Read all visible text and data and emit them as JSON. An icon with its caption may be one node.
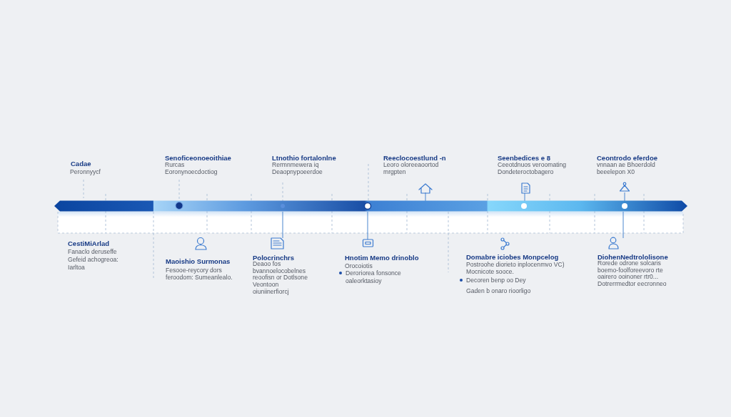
{
  "diagram": {
    "labels": [
      "Cadae",
      "Peronnyycf",
      "Senoficeonoeoithiae",
      "Rurcas Eoronynoecdoctiog",
      "Ltnothio fortalonlne",
      "Rermnmewera iq Deaopnypoeerdoe",
      "Reeclocoestlund -n",
      "Leoro oloreeaoortod mrgpten",
      "Seenbedices e 8",
      "Ceeotdnuos veroomating Dondeteroctobagero",
      "Ceontrodo eferdoe",
      "vnnaan ae Bhoerdold beeelepon X0",
      "CestiMiArlad",
      "Fanaclo deruseffe Gefeid achogreoa: Iarltoa",
      "Maoishio Surmonas",
      "Fesooe-reycory dors feroodom: Sumeanlealo.",
      "Polocrinchrs",
      "Deaoo fos bvannoelocobelnes reoofisn or Dotlsone Veontoon oiuniinerfiorcj",
      "Hnotim Memo drinoblo",
      "Orocoiotis",
      "Deroriorea fonsonce oaleorktasioy",
      "Domabre iciobes Monpcelog",
      "Postroohe diorieto inplocenmvo VC) Mocnicote sooce.",
      "Decoren benp oo Dey",
      "Gaden b onaro rioorligo",
      "DiohenNedtrololisone",
      "Rorede odrone solcaris boemo-foolforeevoro rte oairero ooinoner rtr0... Dotrerrmedtor eecronneo"
    ]
  }
}
